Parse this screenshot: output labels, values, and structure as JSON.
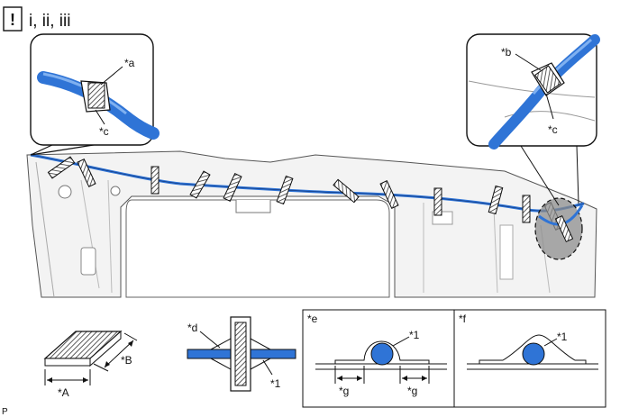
{
  "header": {
    "caution_mark": "!",
    "steps": "i, ii, iii"
  },
  "callout_left": {
    "tape_label": "*a",
    "clamp_label": "*c"
  },
  "callout_right": {
    "tape_label": "*b",
    "clamp_label": "*c"
  },
  "legend": {
    "tape_dimension_a": "*A",
    "tape_dimension_b": "*B",
    "wrap_label": "*d",
    "harness_label": "*1",
    "panel_e": {
      "label": "*e",
      "harness_label": "*1",
      "gap_left": "*g",
      "gap_right": "*g"
    },
    "panel_f": {
      "label": "*f",
      "harness_label": "*1"
    }
  },
  "corner_code": "P",
  "colors": {
    "harness_blue": "#2f74d6",
    "tape_hatch": "#333333",
    "outline": "#111111",
    "roof_fill": "#f2f2f2",
    "shade": "#9a9a9a"
  }
}
